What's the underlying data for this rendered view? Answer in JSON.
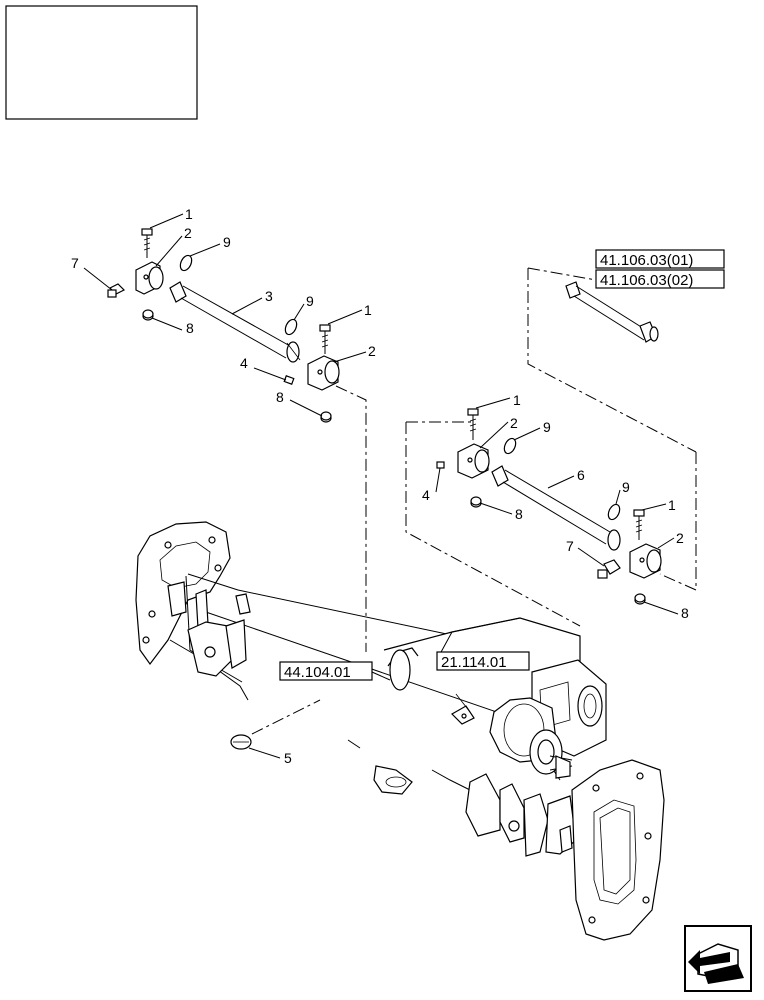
{
  "refs": {
    "ref_41_1": "41.106.03(01)",
    "ref_41_2": "41.106.03(02)",
    "ref_44": "44.104.01",
    "ref_21": "21.114.01"
  },
  "callouts": {
    "a1": "1",
    "a2": "2",
    "a9": "9",
    "a7": "7",
    "a8": "8",
    "a3": "3",
    "b9": "9",
    "b1": "1",
    "b2": "2",
    "b4": "4",
    "b8": "8",
    "c1": "1",
    "c2": "2",
    "c9": "9",
    "c4": "4",
    "c8": "8",
    "c6": "6",
    "d9": "9",
    "d1": "1",
    "d2": "2",
    "d7": "7",
    "d8": "8",
    "e5": "5"
  },
  "icons": {
    "nav": "next-page-arrow-icon"
  }
}
